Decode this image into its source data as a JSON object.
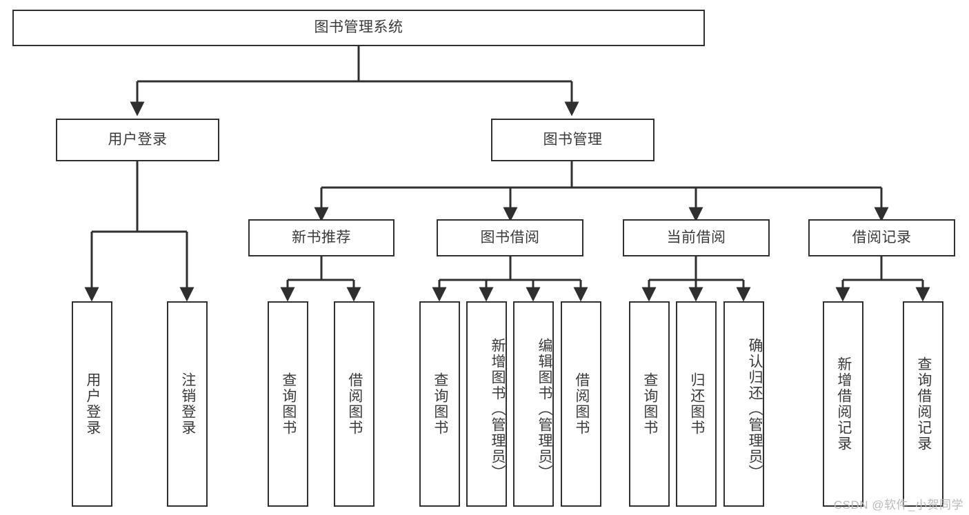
{
  "diagram": {
    "title": "图书管理系统",
    "watermark": "CSDN @软件_小贺同学",
    "stroke_color": "#2f2f2f",
    "text_color": "#3a3a3a",
    "background_color": "#ffffff",
    "watermark_color": "#b9b9b9"
  },
  "nodes": {
    "root": {
      "label": "图书管理系统",
      "level": 0
    },
    "user_login": {
      "label": "用户登录",
      "level": 1
    },
    "book_mgmt": {
      "label": "图书管理",
      "level": 1
    },
    "new_book_rec": {
      "label": "新书推荐",
      "level": 2
    },
    "book_borrow": {
      "label": "图书借阅",
      "level": 2
    },
    "current_borrow": {
      "label": "当前借阅",
      "level": 2
    },
    "borrow_record": {
      "label": "借阅记录",
      "level": 2
    },
    "leaf_user_login": {
      "label": "用户登录",
      "level": 3
    },
    "leaf_logout": {
      "label": "注销登录",
      "level": 3
    },
    "leaf_query_book_1": {
      "label": "查询图书",
      "level": 3
    },
    "leaf_borrow_book_1": {
      "label": "借阅图书",
      "level": 3
    },
    "leaf_query_book_2": {
      "label": "查询图书",
      "level": 3
    },
    "leaf_add_book": {
      "label": "新增图书（管理员）",
      "level": 3
    },
    "leaf_edit_book": {
      "label": "编辑图书（管理员）",
      "level": 3
    },
    "leaf_borrow_book_2": {
      "label": "借阅图书",
      "level": 3
    },
    "leaf_query_book_3": {
      "label": "查询图书",
      "level": 3
    },
    "leaf_return_book": {
      "label": "归还图书",
      "level": 3
    },
    "leaf_confirm_return": {
      "label": "确认归还（管理员）",
      "level": 3
    },
    "leaf_add_record": {
      "label": "新增借阅记录",
      "level": 3
    },
    "leaf_query_record": {
      "label": "查询借阅记录",
      "level": 3
    }
  },
  "chart_data": {
    "type": "diagram",
    "title": "图书管理系统 功能结构图",
    "orientation": "top-down tree",
    "edges": [
      {
        "from": "root",
        "to": "user_login"
      },
      {
        "from": "root",
        "to": "book_mgmt"
      },
      {
        "from": "user_login",
        "to": "leaf_user_login"
      },
      {
        "from": "user_login",
        "to": "leaf_logout"
      },
      {
        "from": "book_mgmt",
        "to": "new_book_rec"
      },
      {
        "from": "book_mgmt",
        "to": "book_borrow"
      },
      {
        "from": "book_mgmt",
        "to": "current_borrow"
      },
      {
        "from": "book_mgmt",
        "to": "borrow_record"
      },
      {
        "from": "new_book_rec",
        "to": "leaf_query_book_1"
      },
      {
        "from": "new_book_rec",
        "to": "leaf_borrow_book_1"
      },
      {
        "from": "book_borrow",
        "to": "leaf_query_book_2"
      },
      {
        "from": "book_borrow",
        "to": "leaf_add_book"
      },
      {
        "from": "book_borrow",
        "to": "leaf_edit_book"
      },
      {
        "from": "book_borrow",
        "to": "leaf_borrow_book_2"
      },
      {
        "from": "current_borrow",
        "to": "leaf_query_book_3"
      },
      {
        "from": "current_borrow",
        "to": "leaf_return_book"
      },
      {
        "from": "current_borrow",
        "to": "leaf_confirm_return"
      },
      {
        "from": "borrow_record",
        "to": "leaf_add_record"
      },
      {
        "from": "borrow_record",
        "to": "leaf_query_record"
      }
    ]
  }
}
